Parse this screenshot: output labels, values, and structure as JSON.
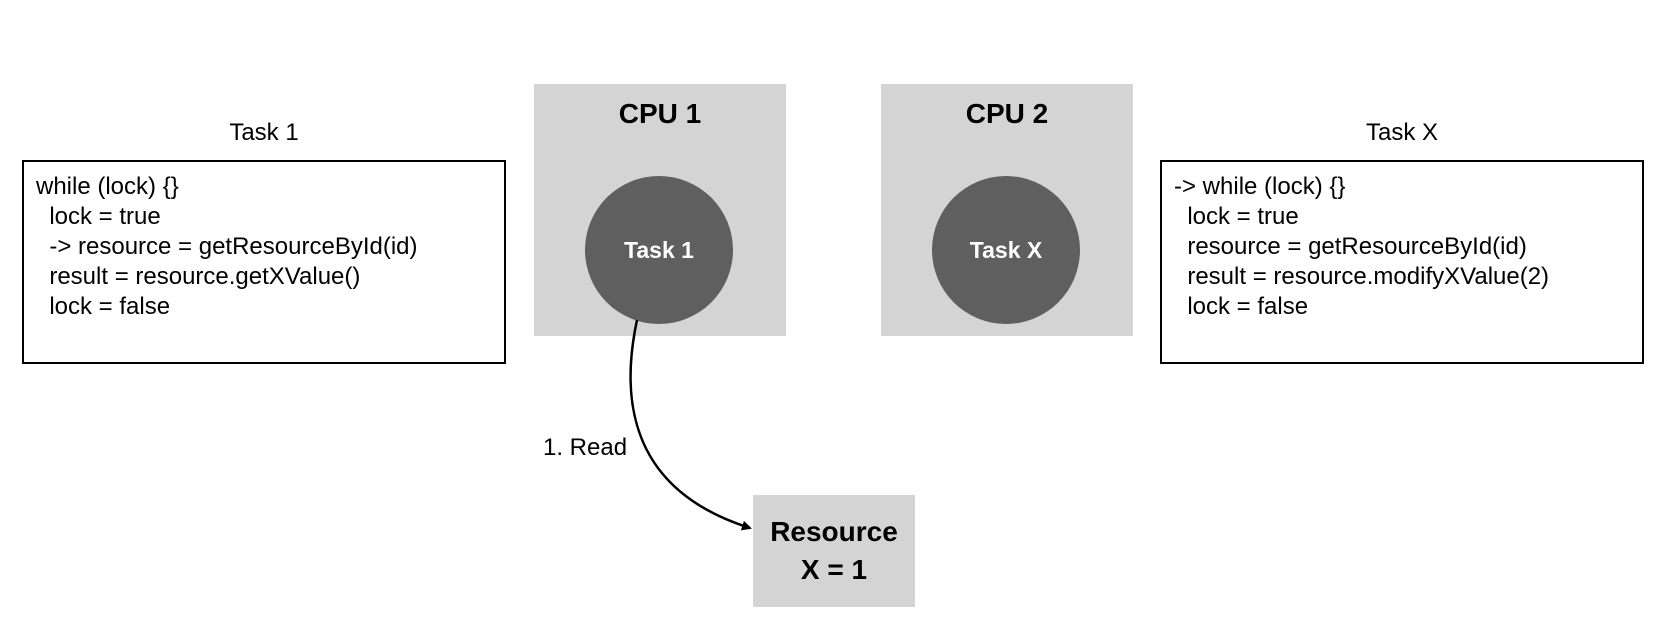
{
  "task1": {
    "title": "Task 1",
    "code": [
      "while (lock) {}",
      "  lock = true",
      "  -> resource = getResourceById(id)",
      "  result = resource.getXValue()",
      "  lock = false"
    ]
  },
  "taskX": {
    "title": "Task X",
    "code": [
      "-> while (lock) {}",
      "  lock = true",
      "  resource = getResourceById(id)",
      "  result = resource.modifyXValue(2)",
      "  lock = false"
    ]
  },
  "cpu1": {
    "title": "CPU 1",
    "task_label": "Task 1"
  },
  "cpu2": {
    "title": "CPU 2",
    "task_label": "Task X"
  },
  "resource": {
    "title": "Resource",
    "value_text": "X = 1"
  },
  "arrow": {
    "label": "1. Read"
  },
  "colors": {
    "cpu_background": "#d4d4d4",
    "task_circle": "#5f5f5f",
    "border": "#000000"
  }
}
